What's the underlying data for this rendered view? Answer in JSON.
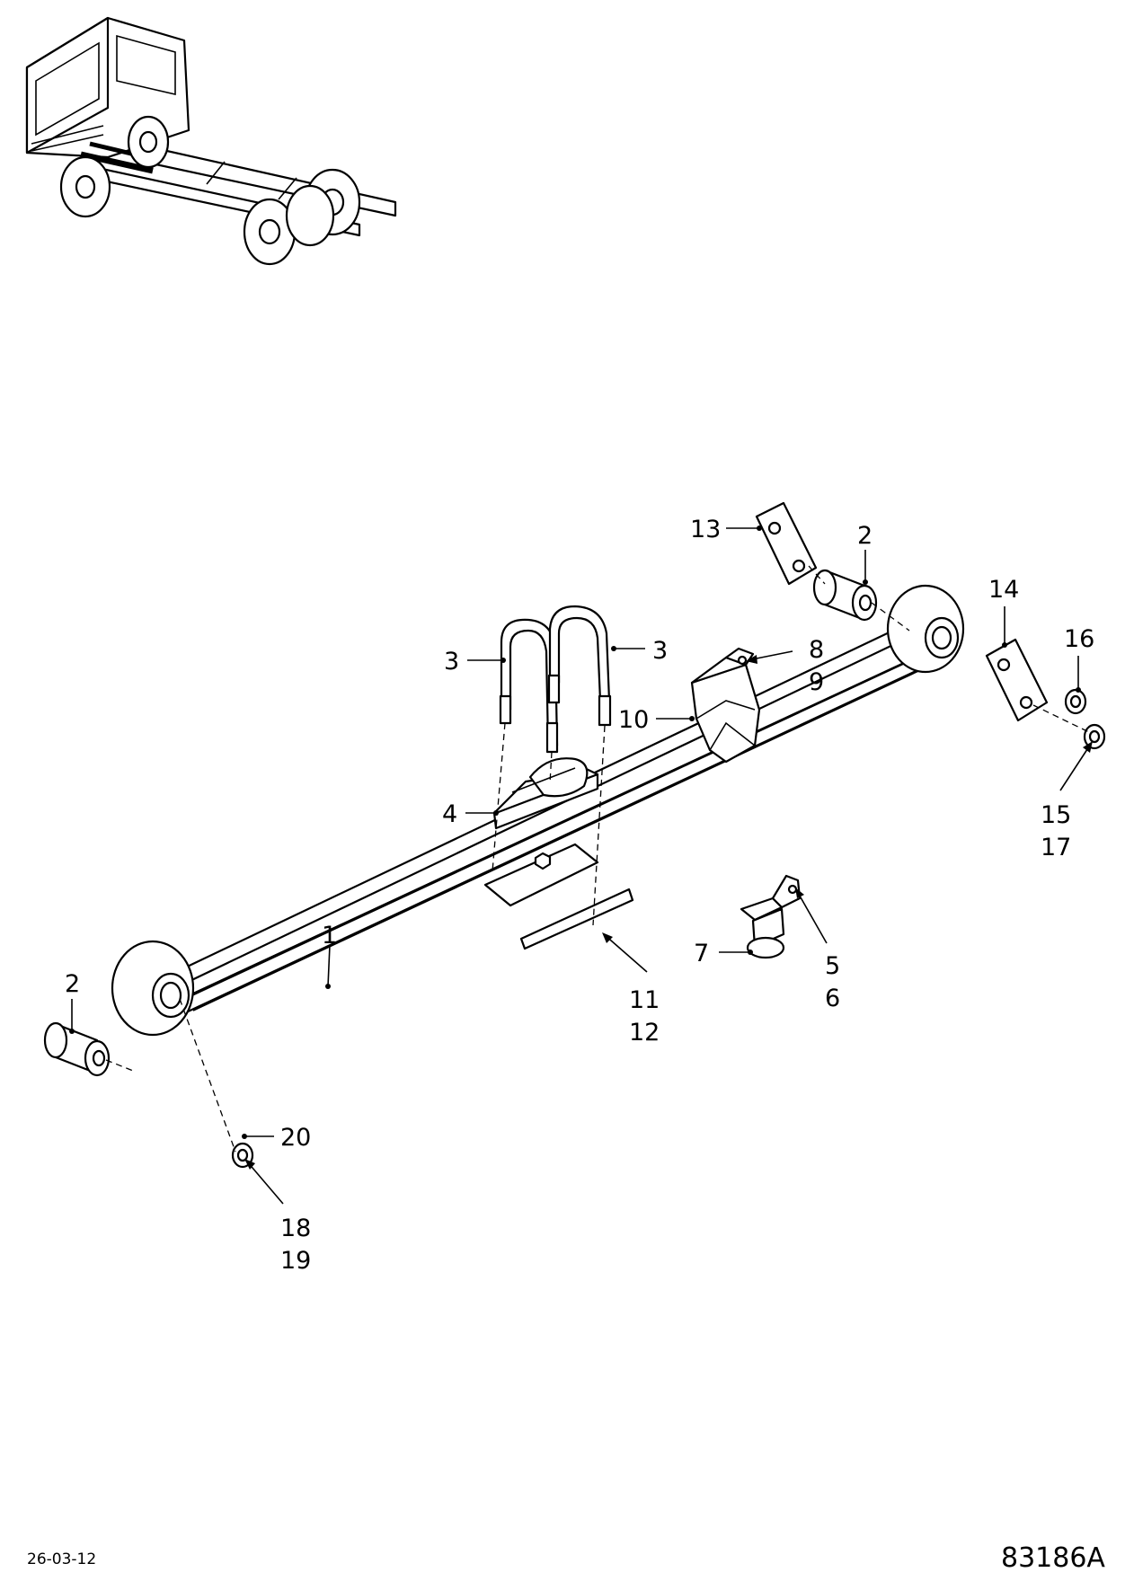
{
  "callouts": {
    "c1": "1",
    "c2a": "2",
    "c2b": "2",
    "c3a": "3",
    "c3b": "3",
    "c4": "4",
    "c5": "5",
    "c6": "6",
    "c7": "7",
    "c8": "8",
    "c9": "9",
    "c10": "10",
    "c11": "11",
    "c12": "12",
    "c13": "13",
    "c14": "14",
    "c15": "15",
    "c16": "16",
    "c17": "17",
    "c18": "18",
    "c19": "19",
    "c20": "20"
  },
  "footer": {
    "date": "26-03-12",
    "figure_code": "83186A"
  }
}
